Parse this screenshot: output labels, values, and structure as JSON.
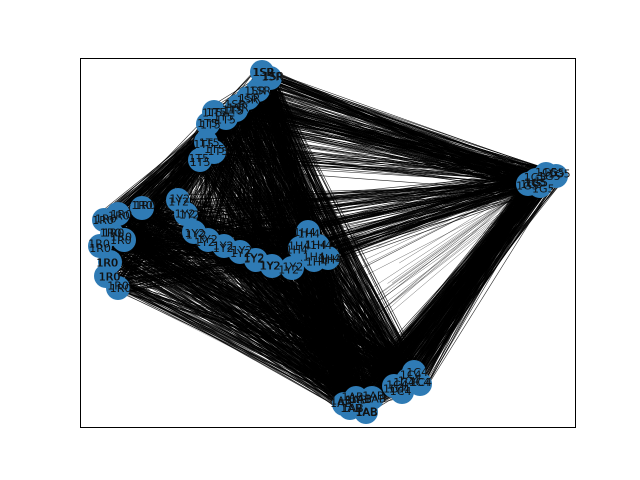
{
  "graph": {
    "node_color": "#2f7bb5",
    "edge_color": "#000000",
    "frame_color": "#000000",
    "background": "#ffffff",
    "labels_legible": false,
    "clusters": [
      {
        "id": "top",
        "label": "1SR"
      },
      {
        "id": "upper-left",
        "label": "1T5"
      },
      {
        "id": "left",
        "label": "1R0"
      },
      {
        "id": "center-arc",
        "label": "1Y2"
      },
      {
        "id": "center-right",
        "label": "1H4"
      },
      {
        "id": "right",
        "label": "1G5"
      },
      {
        "id": "bottom",
        "label": "1AB"
      },
      {
        "id": "bottom-right",
        "label": "1C4"
      }
    ]
  }
}
